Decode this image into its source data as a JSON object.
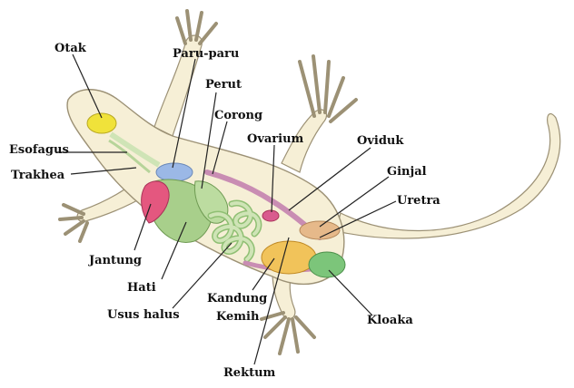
{
  "labels": {
    "otak": "Otak",
    "paru_paru": "Paru-paru",
    "perut": "Perut",
    "corong": "Corong",
    "ovarium": "Ovarium",
    "oviduk": "Oviduk",
    "ginjal": "Ginjal",
    "uretra": "Uretra",
    "esofagus": "Esofagus",
    "trakhea": "Trakhea",
    "jantung": "Jantung",
    "hati": "Hati",
    "usus_halus": "Usus halus",
    "kandung": "Kandung",
    "kemih": "Kemih",
    "kloaka": "Kloaka",
    "rektum": "Rektum"
  },
  "colors": {
    "skin": "#f6efd6",
    "outline": "#9c9175",
    "brain": "#f0e23a",
    "lung": "#9bb8e6",
    "heart": "#e4577f",
    "liver": "#a8cf8b",
    "intestine": "#cfe4b6",
    "oviduct": "#c98db3",
    "ovary": "#d95b8e",
    "bladder": "#f1c35a",
    "kidney": "#e6b98a",
    "cloaca": "#7cc57a",
    "leader": "#222222"
  }
}
